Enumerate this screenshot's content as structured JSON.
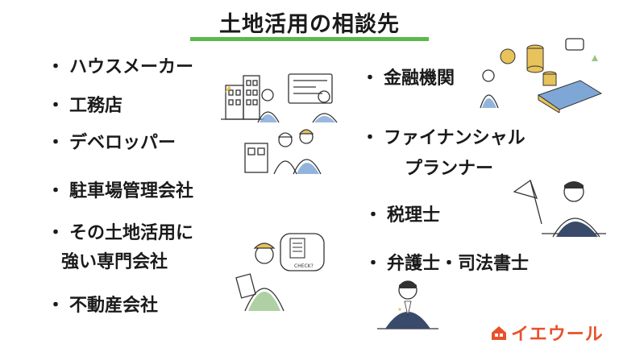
{
  "title": "土地活用の相談先",
  "bullet": "・",
  "left_items": [
    "ハウスメーカー",
    "工務店",
    "デベロッパー",
    "駐車場管理会社",
    "その土地活用に",
    "不動産会社"
  ],
  "left_continuation": "強い専門会社",
  "right_items": [
    "金融機関",
    "ファイナンシャル",
    "税理士",
    "弁護士・司法書士"
  ],
  "right_continuation": "プランナー",
  "check_bubble_text": "CHECK?",
  "logo_text": "イエウール",
  "colors": {
    "accent_green": "#5bb84a",
    "logo_orange": "#e8512a",
    "illustration_blue": "#7fa7d6",
    "illustration_gold": "#e8c25a",
    "suit_navy": "#3a4a6b"
  }
}
